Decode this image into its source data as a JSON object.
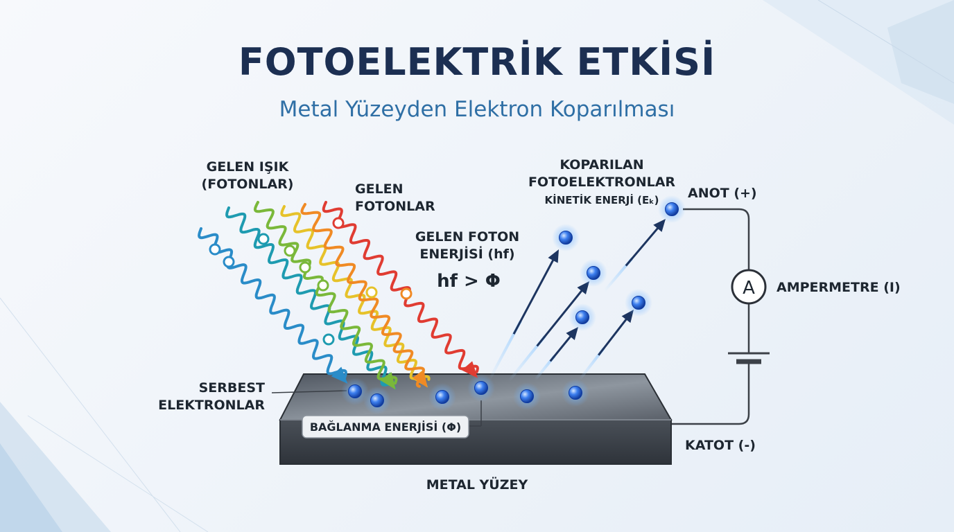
{
  "header": {
    "title": "FOTOELEKTRİK ETKİSİ",
    "subtitle": "Metal Yüzeyden Elektron Koparılması"
  },
  "labels": {
    "incoming_light_1": "GELEN IŞIK",
    "incoming_light_2": "(FOTONLAR)",
    "incoming_photons_1": "GELEN",
    "incoming_photons_2": "FOTONLAR",
    "photon_energy_1": "GELEN FOTON",
    "photon_energy_2": "ENERJİSİ (hf)",
    "condition": "hf > Φ",
    "ejected_1": "KOPARILAN",
    "ejected_2": "FOTOELEKTRONLAR",
    "kinetic": "KİNETİK ENERJİ (Eₖ)",
    "anode": "ANOT (+)",
    "ammeter_symbol": "A",
    "ammeter": "AMPERMETRE (I)",
    "cathode": "KATOT (-)",
    "free_electrons_1": "SERBEST",
    "free_electrons_2": "ELEKTRONLAR",
    "binding_energy": "BAĞLANMA ENERJİSİ (Φ)",
    "metal_surface": "METAL YÜZEY"
  },
  "colors": {
    "title": "#1c2f52",
    "subtitle": "#2f6fa5",
    "electron": "#2f6ee8",
    "arrow": "#1d3560",
    "wire": "#3c4148",
    "metal": "#4b5159",
    "photons": [
      "#2a8cc8",
      "#1e9bb0",
      "#7ab83a",
      "#e6c22a",
      "#f08a24",
      "#e03c32"
    ]
  },
  "icons": {
    "electron": "glowing-sphere",
    "photon": "wavy-arrow",
    "ammeter": "circled-letter",
    "battery": "cell-symbol"
  }
}
